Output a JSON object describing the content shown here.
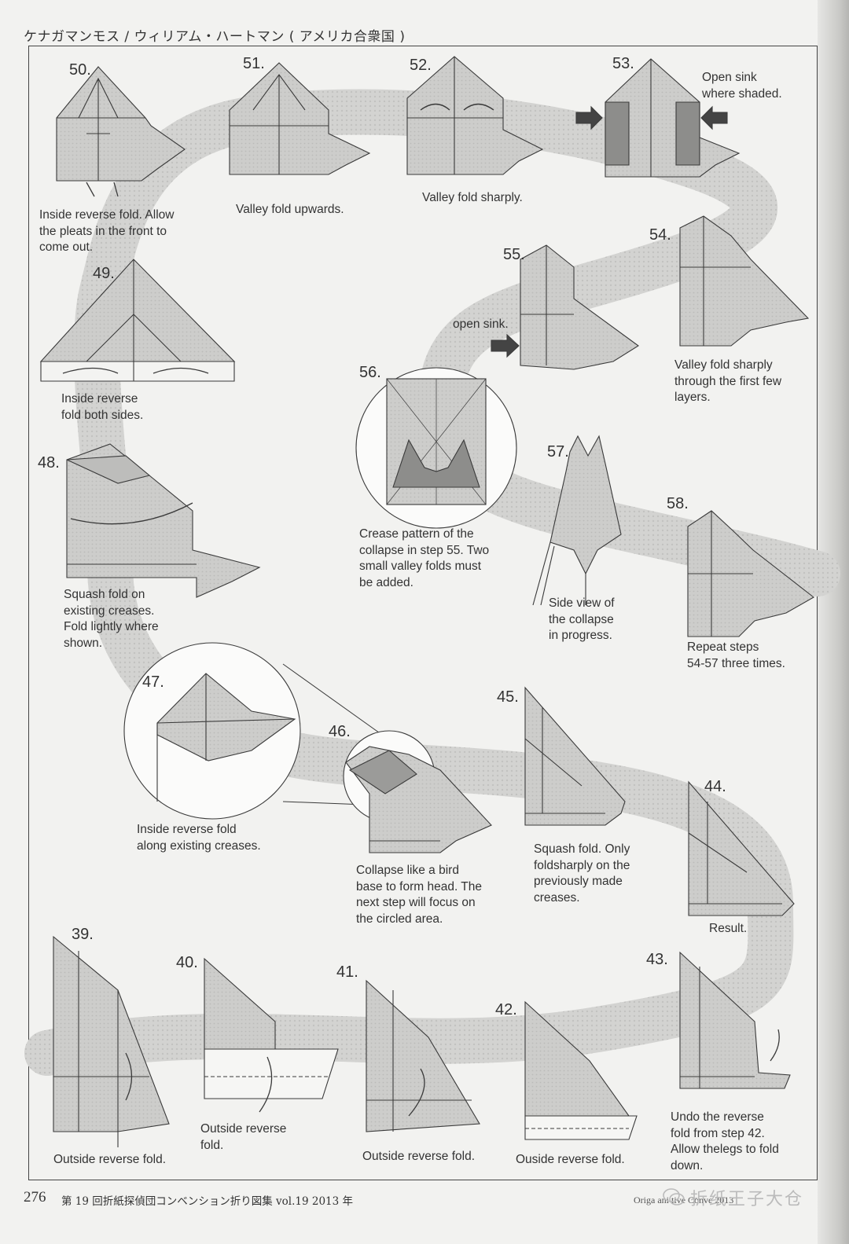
{
  "header": {
    "title": "ケナガマンモス / ウィリアム・ハートマン ( アメリカ合衆国 )"
  },
  "steps": [
    {
      "number": "50.",
      "caption": "Inside reverse fold. Allow\nthe pleats in the front to\ncome out."
    },
    {
      "number": "51.",
      "caption": "Valley fold upwards."
    },
    {
      "number": "52.",
      "caption": "Valley fold sharply."
    },
    {
      "number": "53.",
      "caption": "Open sink\nwhere shaded."
    },
    {
      "number": "54.",
      "caption": "Valley fold sharply\nthrough the first few\nlayers."
    },
    {
      "number": "55.",
      "caption": "open sink."
    },
    {
      "number": "49.",
      "caption": "Inside reverse\nfold both sides."
    },
    {
      "number": "56.",
      "caption": "Crease pattern of the\ncollapse in step 55. Two\nsmall valley folds must\nbe added."
    },
    {
      "number": "57.",
      "caption": "Side view of\nthe collapse\nin progress."
    },
    {
      "number": "58.",
      "caption": "Repeat steps\n54-57 three times."
    },
    {
      "number": "48.",
      "caption": "Squash fold on\nexisting creases.\nFold lightly where\nshown."
    },
    {
      "number": "47.",
      "caption": "Inside reverse fold\nalong existing creases."
    },
    {
      "number": "46.",
      "caption": "Collapse like a bird\nbase to form head. The\nnext step will focus on\nthe circled area."
    },
    {
      "number": "45.",
      "caption": "Squash fold. Only\nfoldsharply on the\npreviously made\ncreases."
    },
    {
      "number": "44.",
      "caption": "Result."
    },
    {
      "number": "39.",
      "caption": "Outside reverse fold."
    },
    {
      "number": "40.",
      "caption": "Outside reverse\nfold."
    },
    {
      "number": "41.",
      "caption": "Outside reverse fold."
    },
    {
      "number": "42.",
      "caption": "Ouside reverse fold."
    },
    {
      "number": "43.",
      "caption": "Undo the reverse\nfold from step 42.\nAllow thelegs to fold\ndown."
    }
  ],
  "footer": {
    "page_number": "276",
    "book_title": "第 19 回折紙探偵団コンベンション折り図集 vol.19 2013 年",
    "right_text": "Origa    ani    tive Conve    2013",
    "watermark": "折纸王子大仓"
  },
  "colors": {
    "paper": "#cfcfcd",
    "paper_dark": "#9b9b99",
    "path_band": "#dcdcda",
    "line": "#3a3a3a"
  }
}
